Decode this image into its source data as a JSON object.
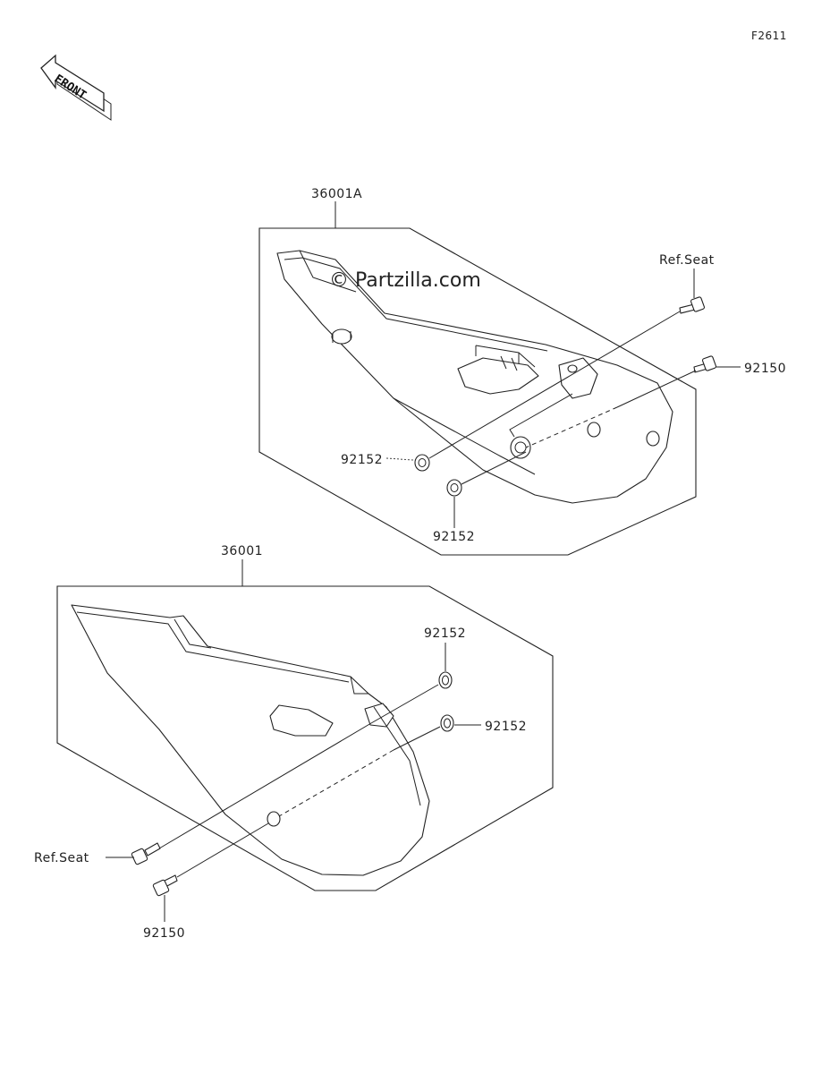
{
  "figure_code": "F2611",
  "front_label": "FRONT",
  "watermark": "© Partzilla.com",
  "assembly_upper": {
    "part_no": "36001A",
    "callouts": {
      "ref_seat": "Ref.Seat",
      "bolt": "92150",
      "washer_left": "92152",
      "washer_bottom": "92152"
    }
  },
  "assembly_lower": {
    "part_no": "36001",
    "callouts": {
      "washer_top": "92152",
      "washer_right": "92152",
      "ref_seat": "Ref.Seat",
      "bolt": "92150"
    }
  }
}
